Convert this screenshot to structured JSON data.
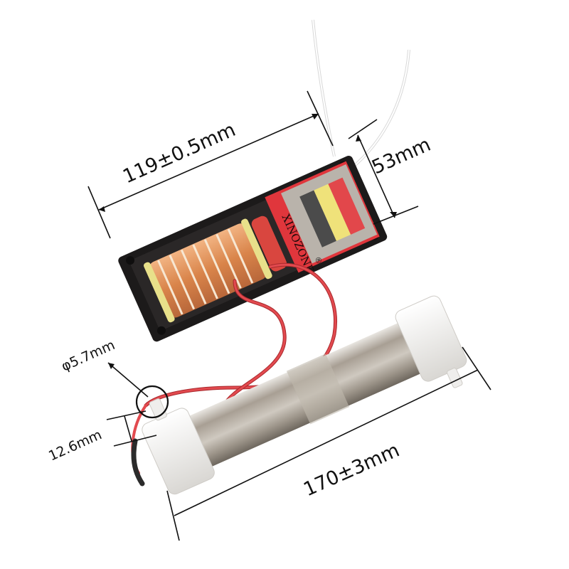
{
  "product": {
    "brand_label": "XINOZONE",
    "registered_mark": "®"
  },
  "dimensions": {
    "module_length": "119±0.5mm",
    "module_height": "53mm",
    "nozzle_diameter": "φ5.7mm",
    "nozzle_height": "12.6mm",
    "tube_length": "170±3mm"
  },
  "colors": {
    "background": "#ffffff",
    "housing": "#1c1a1a",
    "transformer_red": "#e0363c",
    "coil_copper": "#d98a4e",
    "wire_red": "#e24a4f",
    "tube_steel": "#b9b1a6",
    "end_cap_white": "#f1f0ee"
  }
}
